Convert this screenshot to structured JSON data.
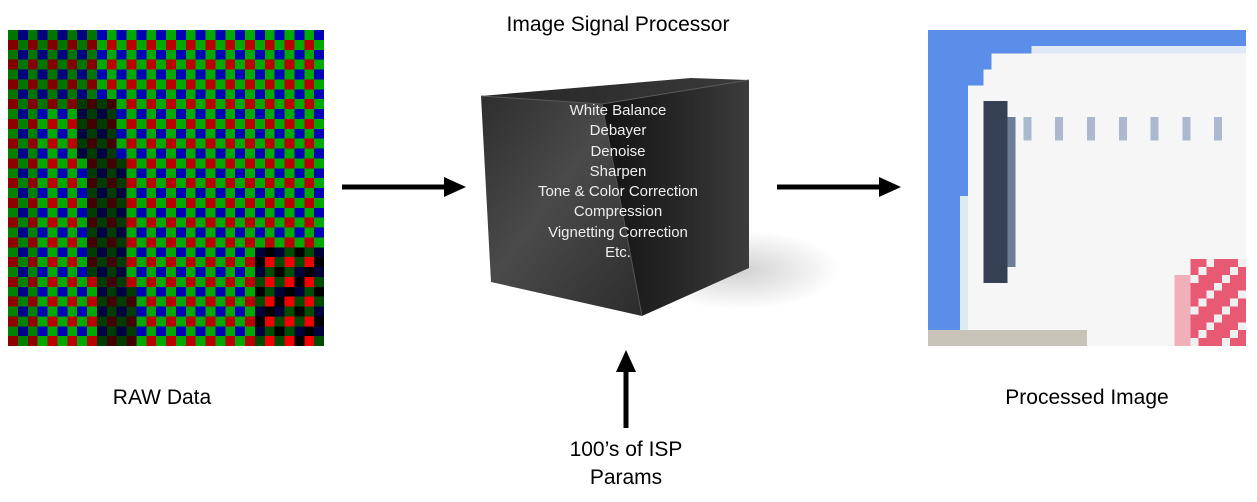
{
  "diagram": {
    "title": "Image Signal Processor",
    "input_label": "RAW Data",
    "output_label": "Processed Image",
    "params_label_line1": "100’s of ISP",
    "params_label_line2": "Params",
    "processing_steps": [
      "White Balance",
      "Debayer",
      "Denoise",
      "Sharpen",
      "Tone & Color Correction",
      "Compression",
      "Vignetting Correction",
      "Etc."
    ]
  },
  "colors": {
    "arrow": "#000000",
    "cube_front": "#3a3a3a",
    "cube_top": "#2a2a2a",
    "cube_side": "#1a1a1a",
    "cube_text": "#eeeeee",
    "bayer_red": "#ff2020",
    "bayer_green": "#20e020",
    "bayer_blue": "#2040ff",
    "sky_blue": "#5a8ee8"
  }
}
